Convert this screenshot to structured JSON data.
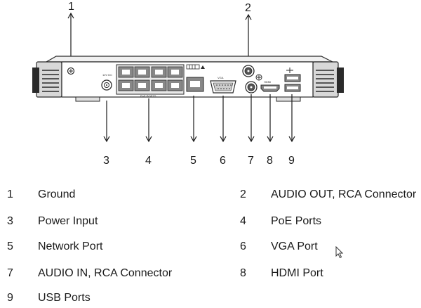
{
  "callouts": {
    "top": [
      "1",
      "2"
    ],
    "bottom": [
      "3",
      "4",
      "5",
      "6",
      "7",
      "8",
      "9"
    ]
  },
  "device": {
    "dc_label": "12V DC",
    "poe_label": "PoE PORTS",
    "vga_label": "VGA",
    "hdmi_label": "HDMI"
  },
  "legend": [
    {
      "num": "1",
      "text": "Ground"
    },
    {
      "num": "2",
      "text": "AUDIO OUT, RCA Connector"
    },
    {
      "num": "3",
      "text": "Power Input"
    },
    {
      "num": "4",
      "text": "PoE Ports"
    },
    {
      "num": "5",
      "text": "Network Port"
    },
    {
      "num": "6",
      "text": "VGA Port"
    },
    {
      "num": "7",
      "text": "AUDIO IN, RCA Connector"
    },
    {
      "num": "8",
      "text": "HDMI Port"
    },
    {
      "num": "9",
      "text": "USB Ports"
    }
  ]
}
